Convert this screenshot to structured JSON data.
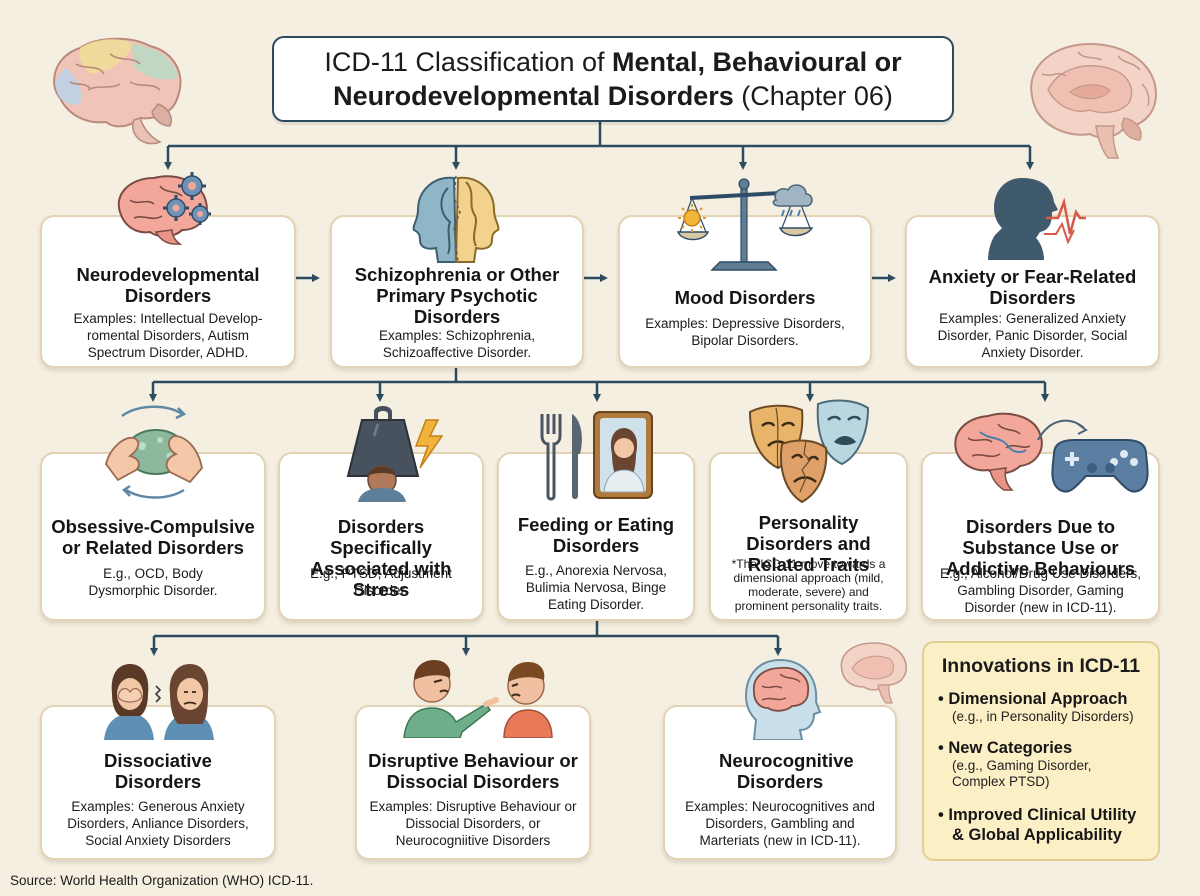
{
  "title": {
    "line1_plain": "ICD-11 Classification of ",
    "line1_bold": "Mental, Behavioural or",
    "line2_bold": "Neurodevelopmental Disorders",
    "line2_plain": " (Chapter 06)"
  },
  "row1": [
    {
      "title": "Neurodevelopmental Disorders",
      "text": "Examples: Intellectual Develop-romental Disorders, Autism Spectrum Disorder, ADHD.",
      "icon": "brain-gears-icon"
    },
    {
      "title": "Schizophrenia or Other Primary Psychotic Disorders",
      "text": "Examples: Schizophrenia, Schizoaffective Disorder.",
      "icon": "split-heads-icon"
    },
    {
      "title": "Mood Disorders",
      "text": "Examples: Depressive Disorders, Bipolar Disorders.",
      "icon": "scale-sun-cloud-icon"
    },
    {
      "title": "Anxiety or Fear-Related Disorders",
      "text": "Examples: Generalized Anxiety Disorder, Panic Disorder, Social Anxiety Disorder.",
      "icon": "head-heartbeat-icon"
    }
  ],
  "row2": [
    {
      "title": "Obsessive-Compulsive or Related Disorders",
      "text": "E.g., OCD, Body Dysmorphic Disorder.",
      "icon": "washing-hands-icon"
    },
    {
      "title": "Disorders Specifically Associated with Stress",
      "text": "E.g., PTSD, Adjustment Disorder.",
      "icon": "weight-lightning-icon"
    },
    {
      "title": "Feeding or Eating Disorders",
      "text": "E.g., Anorexia Nervosa, Bulimia Nervosa, Binge Eating Disorder.",
      "icon": "fork-knife-mirror-icon"
    },
    {
      "title": "Personality Disorders and Related Traits",
      "text": "*The ICD-11 move towards a dimensional approach (mild, moderate, severe) and prominent personality traits.",
      "icon": "masks-icon"
    },
    {
      "title": "Disorders Due to Substance Use or Addictive Behaviours",
      "text": "E.g., Alcohol/Drug Use Disorders, Gambling Disorder, Gaming Disorder (new in ICD-11).",
      "icon": "brain-gamepad-icon"
    }
  ],
  "row3": [
    {
      "title": "Dissociative Disorders",
      "text": "Examples: Generous Anxiety Disorders, Anliance Disorders, Social Anxiety Disorders",
      "icon": "distressed-people-icon"
    },
    {
      "title": "Disruptive Behaviour or Dissocial Disorders",
      "text": "Examples: Disruptive Behaviour or Dissocial Disorders, or Neurocogniitive Disorders",
      "icon": "arguing-boys-icon"
    },
    {
      "title": "Neurocognitive Disorders",
      "text": "Examples: Neurocognitives and Disorders, Gambling and Marteriats (new in ICD-11).",
      "icon": "head-brain-icon"
    }
  ],
  "innovations": {
    "title": "Innovations in ICD-11",
    "items": [
      {
        "heading": "Dimensional Approach",
        "sub": "(e.g., in Personality Disorders)"
      },
      {
        "heading": "New Categories",
        "sub": "(e.g., Gaming Disorder, Complex PTSD)"
      },
      {
        "heading": "Improved Clinical Utility & Global Applicability",
        "sub": ""
      }
    ]
  },
  "source": "Source: World Health Organization (WHO) ICD-11.",
  "colors": {
    "connector": "#2d4b5f",
    "background": "#f5efe1",
    "card_border": "#e2d3b4",
    "innovation_bg": "#fbefc6"
  }
}
